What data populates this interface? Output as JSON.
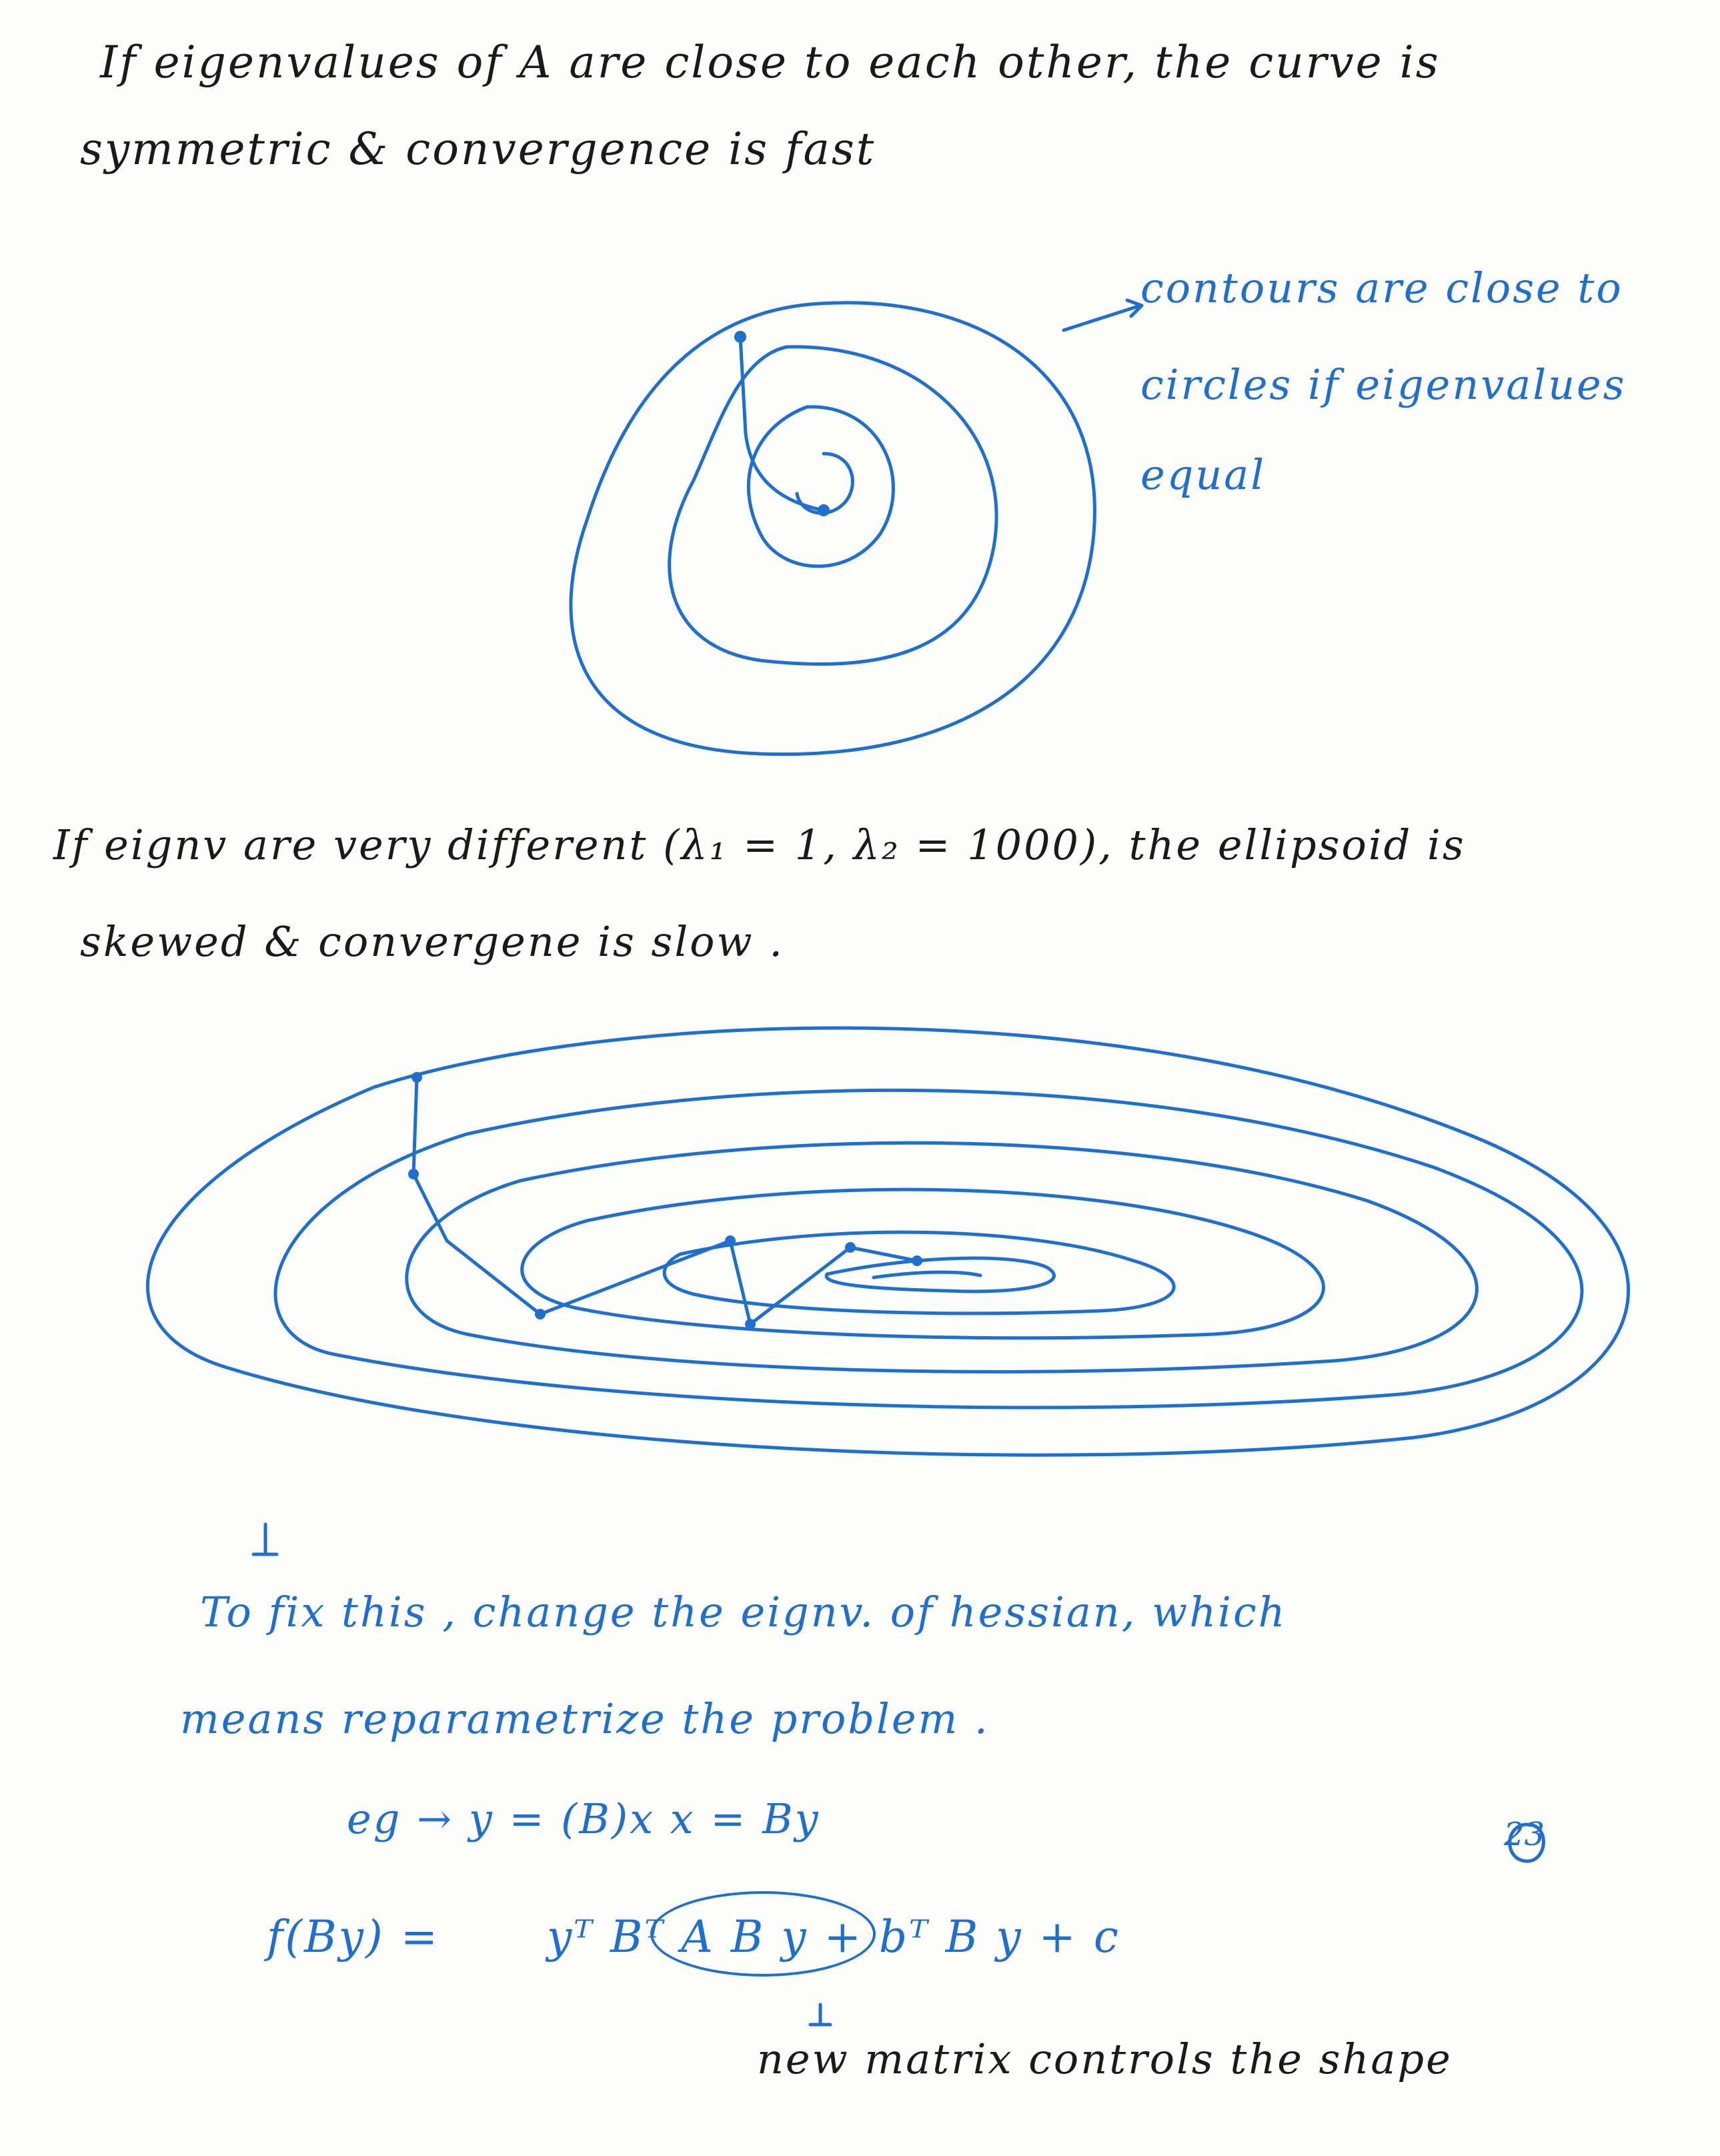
{
  "note": {
    "para1": {
      "line1": "If eigenvalues of A are close to each other, the curve is",
      "line2": "symmetric & convergence is fast"
    },
    "annotation1": {
      "line1": "contours are close to",
      "line2": "circles if eigenvalues",
      "line3": "equal"
    },
    "para2": {
      "line1": "If eignv are very different (λ₁ = 1, λ₂ = 1000), the ellipsoid is",
      "line2": "skewed & convergene is slow ."
    },
    "para3": {
      "line1": "To fix this , change the eignv. of hessian, which",
      "line2": "means reparametrize the problem ."
    },
    "equations": {
      "eg_line": "eg → y = (B)x   x = By",
      "page_mark": "23",
      "main_eq_lhs": "f(By) =",
      "main_eq_rhs": "yᵀ Bᵀ A B y + bᵀ B y + c",
      "footnote": "new matrix controls the shape"
    }
  },
  "colors": {
    "pen_black": "#1a1a1a",
    "pen_blue": "#1f6fd1",
    "paper": "#fdfdfb"
  }
}
